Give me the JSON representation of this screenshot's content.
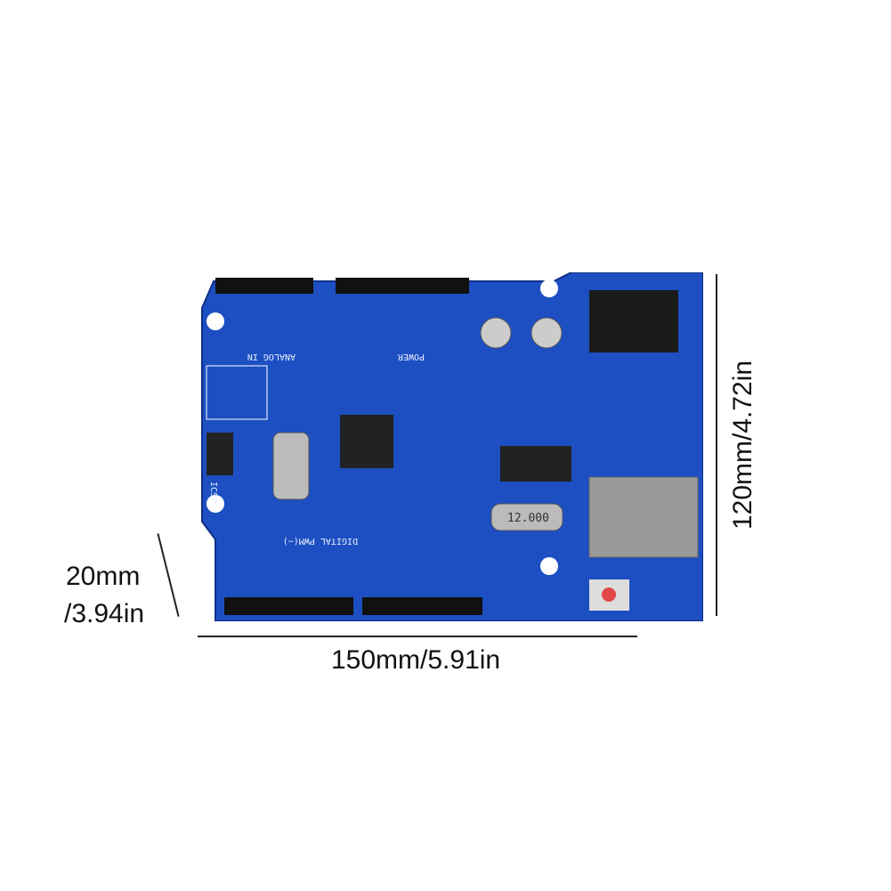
{
  "dimensions": {
    "width_label": "150mm/5.91in",
    "height_label": "120mm/4.72in",
    "depth_label_line1": "20mm",
    "depth_label_line2": "/3.94in"
  },
  "board": {
    "pcb_color": "#1d4fc2",
    "labels": {
      "analog": "ANALOG IN",
      "power": "POWER",
      "digital": "DIGITAL PWM(~)",
      "crystal": "12.000",
      "icsp": "ICSP"
    }
  }
}
